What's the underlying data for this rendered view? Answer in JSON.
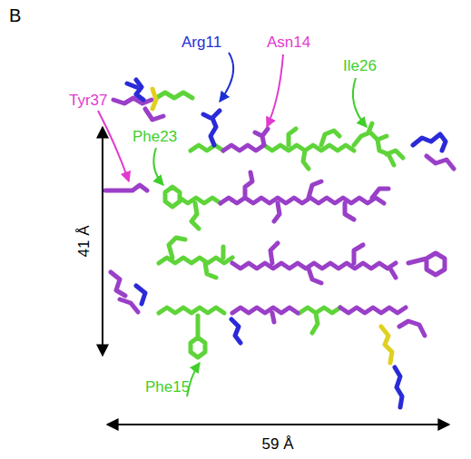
{
  "diagram": {
    "labels": [
      "B",
      "Arg11",
      "Asn14",
      "Ile26",
      "Tyr37",
      "Phe23",
      "41 Å",
      "Phe15",
      "59 Å"
    ]
  }
}
